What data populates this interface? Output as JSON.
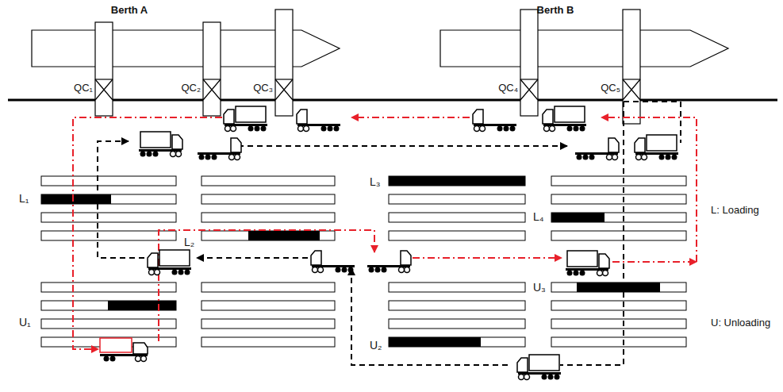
{
  "diagram": {
    "labels": [
      "Berth A",
      "Berth B",
      "QC₁",
      "QC₂",
      "QC₃",
      "QC₄",
      "QC₅",
      "L₁",
      "L₂",
      "L₃",
      "L₄",
      "U₁",
      "U₂",
      "U₃",
      "L: Loading",
      "U: Unloading"
    ]
  }
}
